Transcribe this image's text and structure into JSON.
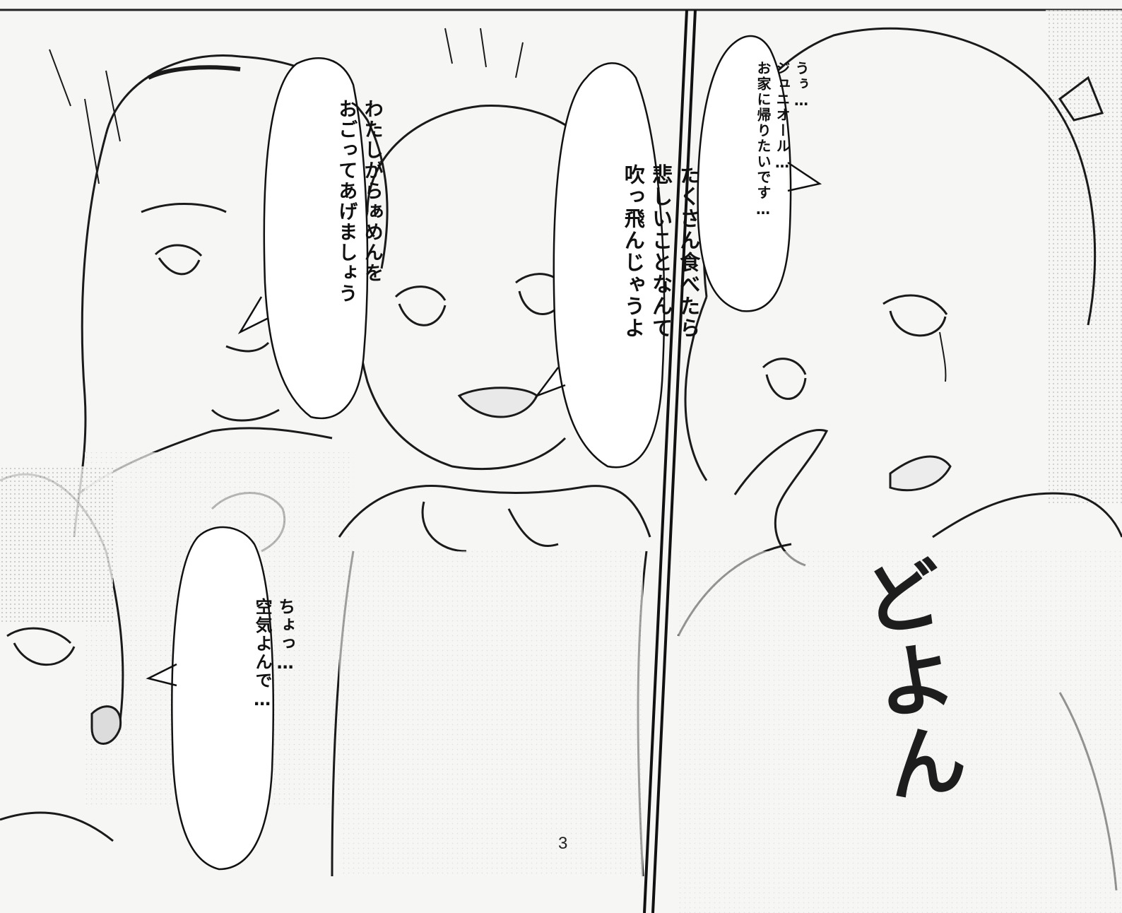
{
  "bubbles": {
    "left_top": {
      "line1": "わたしがらぁめんを",
      "line2": "おごってあげましょう"
    },
    "center_top": {
      "line1": "たくさん食べたら",
      "line2": "悲しいことなんて",
      "line3": "吹っ飛んじゃうよ"
    },
    "right_top": {
      "line1": "うぅ…",
      "line2": "ジュニオール…",
      "line3": "お家に帰りたいです…"
    },
    "left_bottom": {
      "line1": "ちょっ…",
      "line2": "空気よんで…"
    }
  },
  "sfx": {
    "main": "どよん"
  },
  "page_number": "3",
  "colors": {
    "ink": "#111111",
    "paper": "#f6f6f4",
    "screentone": "#cfcfcf"
  }
}
